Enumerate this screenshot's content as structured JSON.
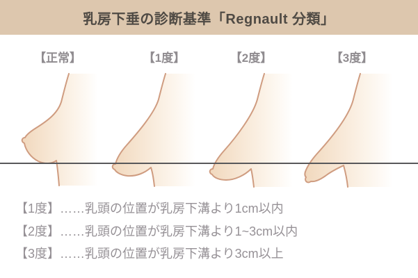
{
  "header": {
    "title": "乳房下垂の診断基準「Regnault 分類」"
  },
  "figures": [
    {
      "id": "normal",
      "label": "【正常】",
      "description": "breast fully above inframammary fold, nipple above fold line"
    },
    {
      "id": "grade-1",
      "label": "【1度】",
      "description": "nipple slightly below fold line"
    },
    {
      "id": "grade-2",
      "label": "【2度】",
      "description": "nipple clearly below fold line"
    },
    {
      "id": "grade-3",
      "label": "【3度】",
      "description": "nipple at lowest point of breast, pointing downward"
    }
  ],
  "notes": [
    "【1度】……乳頭の位置が乳房下溝より1cm以内",
    "【2度】……乳頭の位置が乳房下溝より1~3cm以内",
    "【3度】……乳頭の位置が乳房下溝より3cm以上"
  ],
  "colors": {
    "header_bg": "#ddc7ae",
    "title_text": "#4f4a44",
    "label_text": "#908c90",
    "outline": "#cf9c80",
    "skin_dark": "#f1d8bd",
    "skin_light": "#fbf2e7",
    "fold_line": "#58585a",
    "note_text": "#969196"
  }
}
